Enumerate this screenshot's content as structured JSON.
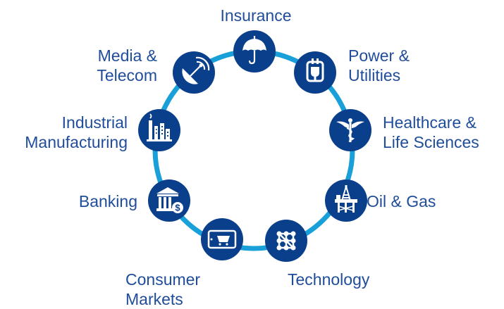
{
  "colors": {
    "ring": "#19a0d9",
    "node_fill": "#0a3f8c",
    "icon": "#ffffff",
    "text": "#1f4d9a"
  },
  "segments": [
    {
      "id": "insurance",
      "icon": "umbrella-icon",
      "lines": [
        "Insurance"
      ]
    },
    {
      "id": "power",
      "icon": "power-plug-icon",
      "lines": [
        "Power &",
        "Utilities"
      ]
    },
    {
      "id": "healthcare",
      "icon": "caduceus-icon",
      "lines": [
        "Healthcare &",
        "Life Sciences"
      ]
    },
    {
      "id": "oil",
      "icon": "oil-rig-icon",
      "lines": [
        "Oil & Gas"
      ]
    },
    {
      "id": "technology",
      "icon": "circuit-icon",
      "lines": [
        "Technology"
      ]
    },
    {
      "id": "consumer",
      "icon": "shopping-cart-tablet-icon",
      "lines": [
        "Consumer",
        "Markets"
      ]
    },
    {
      "id": "banking",
      "icon": "bank-dollar-icon",
      "lines": [
        "Banking"
      ]
    },
    {
      "id": "industrial",
      "icon": "factory-icon",
      "lines": [
        "Industrial",
        "Manufacturing"
      ]
    },
    {
      "id": "media",
      "icon": "satellite-dish-icon",
      "lines": [
        "Media &",
        "Telecom"
      ]
    }
  ]
}
